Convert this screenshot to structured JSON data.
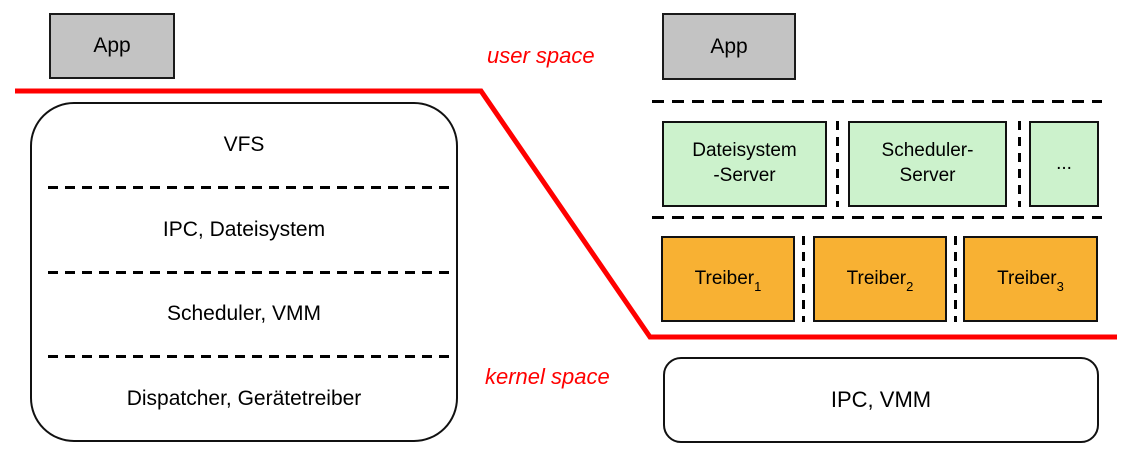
{
  "region_labels": {
    "user_space": "user space",
    "kernel_space": "kernel space"
  },
  "monolithic_kernel": {
    "app_label": "App",
    "layers": [
      "VFS",
      "IPC, Dateisystem",
      "Scheduler, VMM",
      "Dispatcher, Gerätetreiber"
    ]
  },
  "microkernel": {
    "app_label": "App",
    "servers": [
      {
        "lines": [
          "Dateisystem",
          "-Server"
        ]
      },
      {
        "lines": [
          "Scheduler-",
          "Server"
        ]
      },
      {
        "lines": [
          "..."
        ]
      }
    ],
    "drivers": [
      {
        "base": "Treiber",
        "sub": "1"
      },
      {
        "base": "Treiber",
        "sub": "2"
      },
      {
        "base": "Treiber",
        "sub": "3"
      }
    ],
    "kernel_label": "IPC, VMM"
  },
  "colors": {
    "boundary_red": "#ff0000",
    "app_gray": "#c3c3c3",
    "server_green": "#ccf2cc",
    "driver_orange": "#f8b133",
    "border_black": "#1a1a1a"
  }
}
